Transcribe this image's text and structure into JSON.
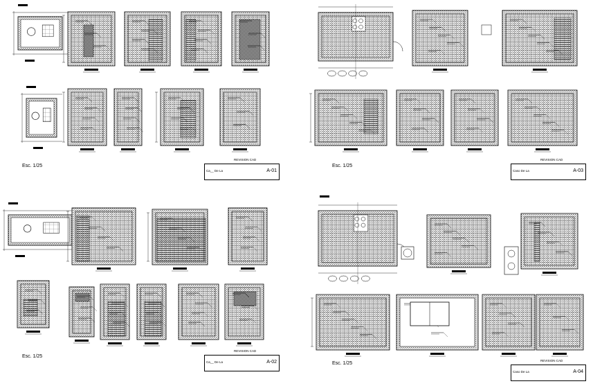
{
  "sheets": [
    {
      "scale": "Esc. 1/25",
      "code": "A-01",
      "brand": "Ca__ De La",
      "header": "REVISION CAD"
    },
    {
      "scale": "Esc. 1/25",
      "code": "A-03",
      "brand": "Caso De La",
      "header": "REVISION CAD"
    },
    {
      "scale": "Esc. 1/25",
      "code": "A-02",
      "brand": "Ca__ De La",
      "header": "REVISION CAD"
    },
    {
      "scale": "Esc. 1/25",
      "code": "A-04",
      "brand": "Caso De La",
      "header": "REVISION CAD"
    }
  ],
  "colors": {
    "ink": "#000000",
    "paper": "#ffffff",
    "hatch": "#333333"
  }
}
